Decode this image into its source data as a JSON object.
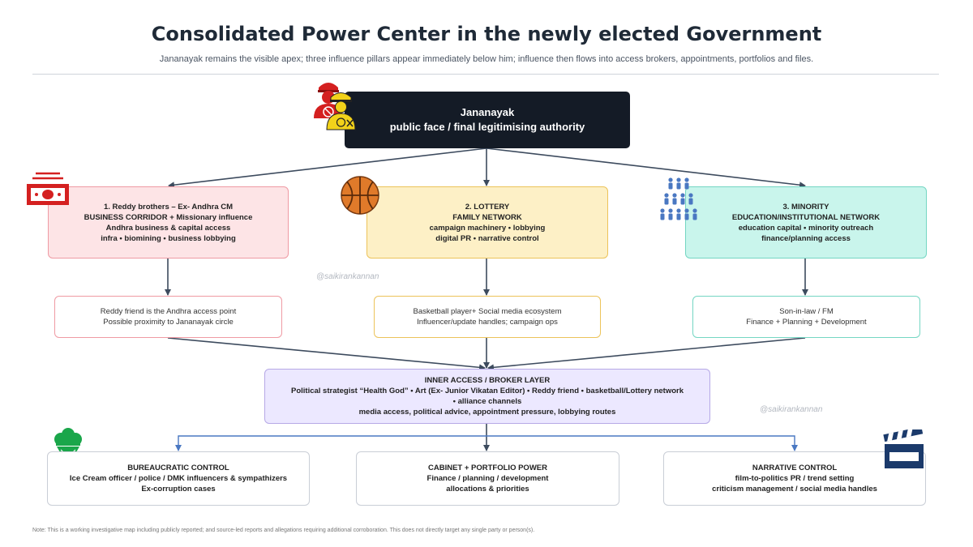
{
  "title": "Consolidated Power Center in the newly elected Government",
  "subtitle": "Jananayak remains the visible apex; three influence pillars appear immediately below him; influence then flows into access brokers, appointments, portfolios and files.",
  "apex": {
    "name": "Jananayak",
    "role": "public face / final legitimising authority"
  },
  "pillars": [
    {
      "lines": [
        "1. Reddy brothers – Ex- Andhra CM",
        "BUSINESS CORRIDOR + Missionary influence",
        "Andhra business & capital access",
        "infra • biomining • business lobbying"
      ]
    },
    {
      "lines": [
        "2. LOTTERY",
        "FAMILY NETWORK",
        "campaign machinery • lobbying",
        "digital PR • narrative control"
      ]
    },
    {
      "lines": [
        "3. MINORITY",
        "EDUCATION/INSTITUTIONAL  NETWORK",
        "education capital • minority outreach",
        "finance/planning access"
      ]
    }
  ],
  "sub_boxes": [
    {
      "lines": [
        "Reddy friend is the Andhra access point",
        "Possible proximity to Jananayak  circle"
      ]
    },
    {
      "lines": [
        "Basketball player+ Social media ecosystem",
        "Influencer/update handles; campaign ops"
      ]
    },
    {
      "lines": [
        "Son-in-law / FM",
        "Finance + Planning + Development"
      ]
    }
  ],
  "inner_layer": {
    "lines": [
      "INNER ACCESS / BROKER  LAYER",
      "Political strategist “Health God” • Art (Ex- Junior Vikatan Editor) • Reddy friend • basketball/Lottery network",
      "• alliance channels",
      "media access, political advice, appointment pressure, lobbying routes"
    ]
  },
  "bottom_boxes": [
    {
      "lines": [
        "BUREAUCRATIC CONTROL",
        "Ice Cream officer / police / DMK influencers & sympathizers",
        "Ex-corruption cases"
      ]
    },
    {
      "lines": [
        "CABINET + PORTFOLIO POWER",
        "Finance / planning / development",
        "allocations & priorities"
      ]
    },
    {
      "lines": [
        "NARRATIVE CONTROL",
        "film-to-politics PR / trend setting",
        "criticism management / social media handles"
      ]
    }
  ],
  "watermarks": [
    "@saikirankannan",
    "@saikirankannan"
  ],
  "note": "Note: This is a working investigative map including publicly reported; and source-led reports and allegations requiring additional corroboration. This does not directly target any single party or person(s).",
  "icons": [
    "police-officers-icon",
    "money-icon",
    "basketball-icon",
    "people-group-icon",
    "ice-cream-icon",
    "clapperboard-icon"
  ],
  "colors": {
    "apex": "#141b26",
    "pillar1": "#fde4e6",
    "pillar2": "#fdf0c6",
    "pillar3": "#c9f5ec",
    "inner": "#ece8ff",
    "arrow_dark": "#3d4b5e",
    "arrow_blue": "#4a78c2"
  }
}
